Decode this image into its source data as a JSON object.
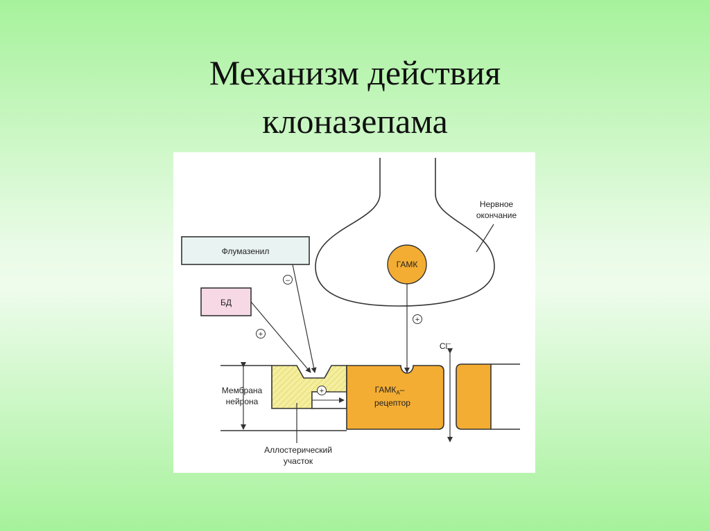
{
  "slide": {
    "title_line1": "Механизм действия",
    "title_line2": "клоназепама"
  },
  "diagram": {
    "nerve_ending_label_line1": "Нервное",
    "nerve_ending_label_line2": "окончание",
    "gaba_label": "ГАМК",
    "flumazenil_label": "Флумазенил",
    "bd_label": "БД",
    "receptor_label_main": "ГАМК",
    "receptor_label_sub": "А",
    "receptor_label_dash": "–",
    "receptor_label_line2": "рецептор",
    "membrane_label_line1": "Мембрана",
    "membrane_label_line2": "нейрона",
    "allosteric_label_line1": "Аллостерический",
    "allosteric_label_line2": "участок",
    "chloride_label": "Cl",
    "chloride_charge": "–",
    "minus_sign": "–",
    "plus_sign": "+",
    "colors": {
      "orange": "#f4ad33",
      "allosteric_fill": "#f4ee9d",
      "flumazenil_fill": "#e9f3f1",
      "bd_fill": "#f7d9e6",
      "stroke": "#333333"
    }
  }
}
